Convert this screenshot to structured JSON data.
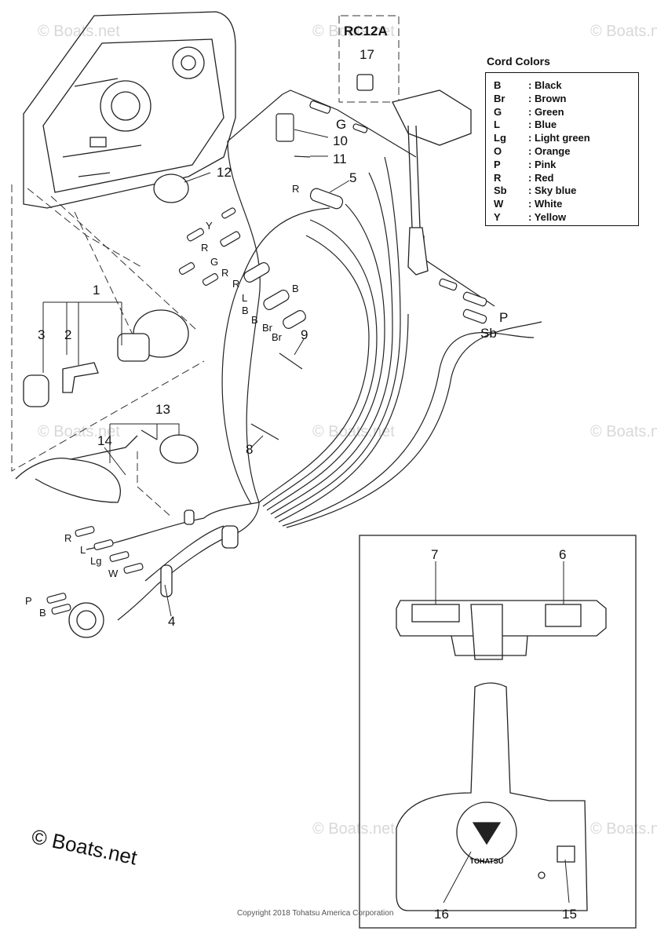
{
  "watermark_text": "© Boats.net",
  "copyright_main": "© Boats.net",
  "copyright_footer": "Copyright 2018 Tohatsu America Corporation",
  "box_label": "RC12A",
  "legend": {
    "title": "Cord Colors",
    "entries": [
      {
        "code": "B",
        "name": ": Black"
      },
      {
        "code": "Br",
        "name": ": Brown"
      },
      {
        "code": "G",
        "name": ": Green"
      },
      {
        "code": "L",
        "name": ": Blue"
      },
      {
        "code": "Lg",
        "name": ": Light green"
      },
      {
        "code": "O",
        "name": ": Orange"
      },
      {
        "code": "P",
        "name": ": Pink"
      },
      {
        "code": "R",
        "name": ": Red"
      },
      {
        "code": "Sb",
        "name": ": Sky blue"
      },
      {
        "code": "W",
        "name": ": White"
      },
      {
        "code": "Y",
        "name": ": Yellow"
      }
    ]
  },
  "callouts": {
    "n1": "1",
    "n2": "2",
    "n3": "3",
    "n4": "4",
    "n5": "5",
    "n6": "6",
    "n7": "7",
    "n8": "8",
    "n9": "9",
    "n10": "10",
    "n11": "11",
    "n12": "12",
    "n13": "13",
    "n14": "14",
    "n15": "15",
    "n16": "16",
    "n17": "17"
  },
  "wire_labels": {
    "g_big": "G",
    "p_big": "P",
    "sb_big": "Sb",
    "r1": "R",
    "y1": "Y",
    "r2": "R",
    "g2": "G",
    "r3": "R",
    "r4": "R",
    "l1": "L",
    "b1": "B",
    "b2": "B",
    "b3": "B",
    "br1": "Br",
    "br2": "Br",
    "r5": "R",
    "l2": "L",
    "lg": "Lg",
    "w": "W",
    "p2": "P",
    "b4": "B"
  },
  "brand_logo": "TOHATSU"
}
